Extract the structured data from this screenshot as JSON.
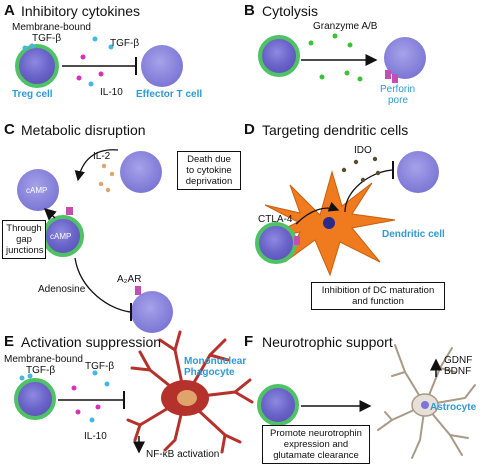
{
  "panels": {
    "a": {
      "letter": "A",
      "title": "Inhibitory cytokines",
      "labels": {
        "membrane": "Membrane-bound",
        "tgf1": "TGF-β",
        "tgf2": "TGF-β",
        "il10": "IL-10",
        "treg": "Treg cell",
        "effector": "Effector T cell"
      }
    },
    "b": {
      "letter": "B",
      "title": "Cytolysis",
      "labels": {
        "granzyme": "Granzyme A/B",
        "perforin1": "Perforin",
        "perforin2": "pore"
      }
    },
    "c": {
      "letter": "C",
      "title": "Metabolic disruption",
      "labels": {
        "il2": "IL-2",
        "camp1": "cAMP",
        "camp2": "cAMP",
        "a2ar": "A₂AR",
        "adenosine": "Adenosine"
      },
      "boxes": {
        "death": [
          "Death due",
          "to cytokine",
          "deprivation"
        ],
        "gap": [
          "Through",
          "gap",
          "junctions"
        ]
      }
    },
    "d": {
      "letter": "D",
      "title": "Targeting dendritic cells",
      "labels": {
        "ido": "IDO",
        "ctla4": "CTLA-4",
        "dc": "Dendritic cell"
      },
      "boxes": {
        "inhibition": [
          "Inhibition of DC maturation",
          "and function"
        ]
      }
    },
    "e": {
      "letter": "E",
      "title": "Activation suppression",
      "labels": {
        "membrane": "Membrane-bound",
        "tgf1": "TGF-β",
        "tgf2": "TGF-β",
        "il10": "IL-10",
        "mono1": "Mononuclear",
        "mono2": "Phagocyte",
        "nfkb": "NF-κB activation"
      }
    },
    "f": {
      "letter": "F",
      "title": "Neurotrophic support",
      "labels": {
        "gdnf": "GDNF",
        "bdnf": "BDNF",
        "astro": "Astrocyte"
      },
      "boxes": {
        "promote": [
          "Promote neurotrophin",
          "expression and",
          "glutamate clearance"
        ]
      }
    }
  },
  "colors": {
    "cell_fill": "#6a63c9",
    "cell_ring": "#4fc266",
    "label_blue": "#2d9ad6",
    "dc_orange": "#f07b1e",
    "microglia_red": "#b5322c",
    "dot_magenta": "#d631b8",
    "dot_cyan": "#42b6e8",
    "dot_green": "#3ac23a",
    "dot_tan": "#d9a56a",
    "receptor": "#c34fb4"
  }
}
